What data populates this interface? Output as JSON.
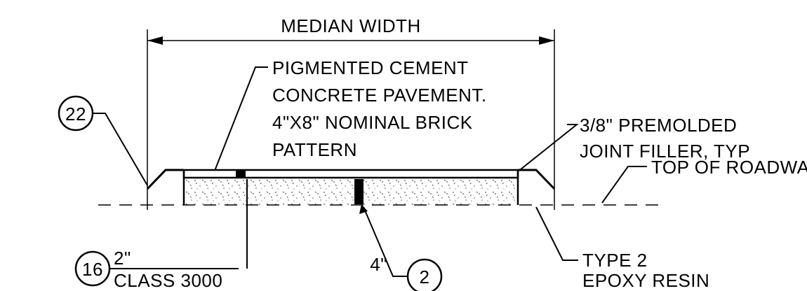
{
  "dimension": {
    "label": "MEDIAN WIDTH"
  },
  "callouts": {
    "pigmented_cement": {
      "lines": [
        "PIGMENTED CEMENT",
        "CONCRETE PAVEMENT.",
        "4\"X8\" NOMINAL BRICK",
        "PATTERN"
      ]
    },
    "joint_filler": {
      "lines": [
        "3/8\" PREMOLDED",
        "JOINT FILLER, TYP"
      ]
    },
    "top_of_roadway": {
      "label": "TOP OF ROADWAY"
    },
    "epoxy": {
      "lines": [
        "TYPE 2",
        "EPOXY RESIN"
      ]
    },
    "class_3000": {
      "thickness": "2\"",
      "label": "CLASS 3000"
    },
    "joint_width": {
      "label": "4\""
    }
  },
  "bubbles": {
    "detail_22": "22",
    "detail_16": "16",
    "detail_2": "2"
  }
}
